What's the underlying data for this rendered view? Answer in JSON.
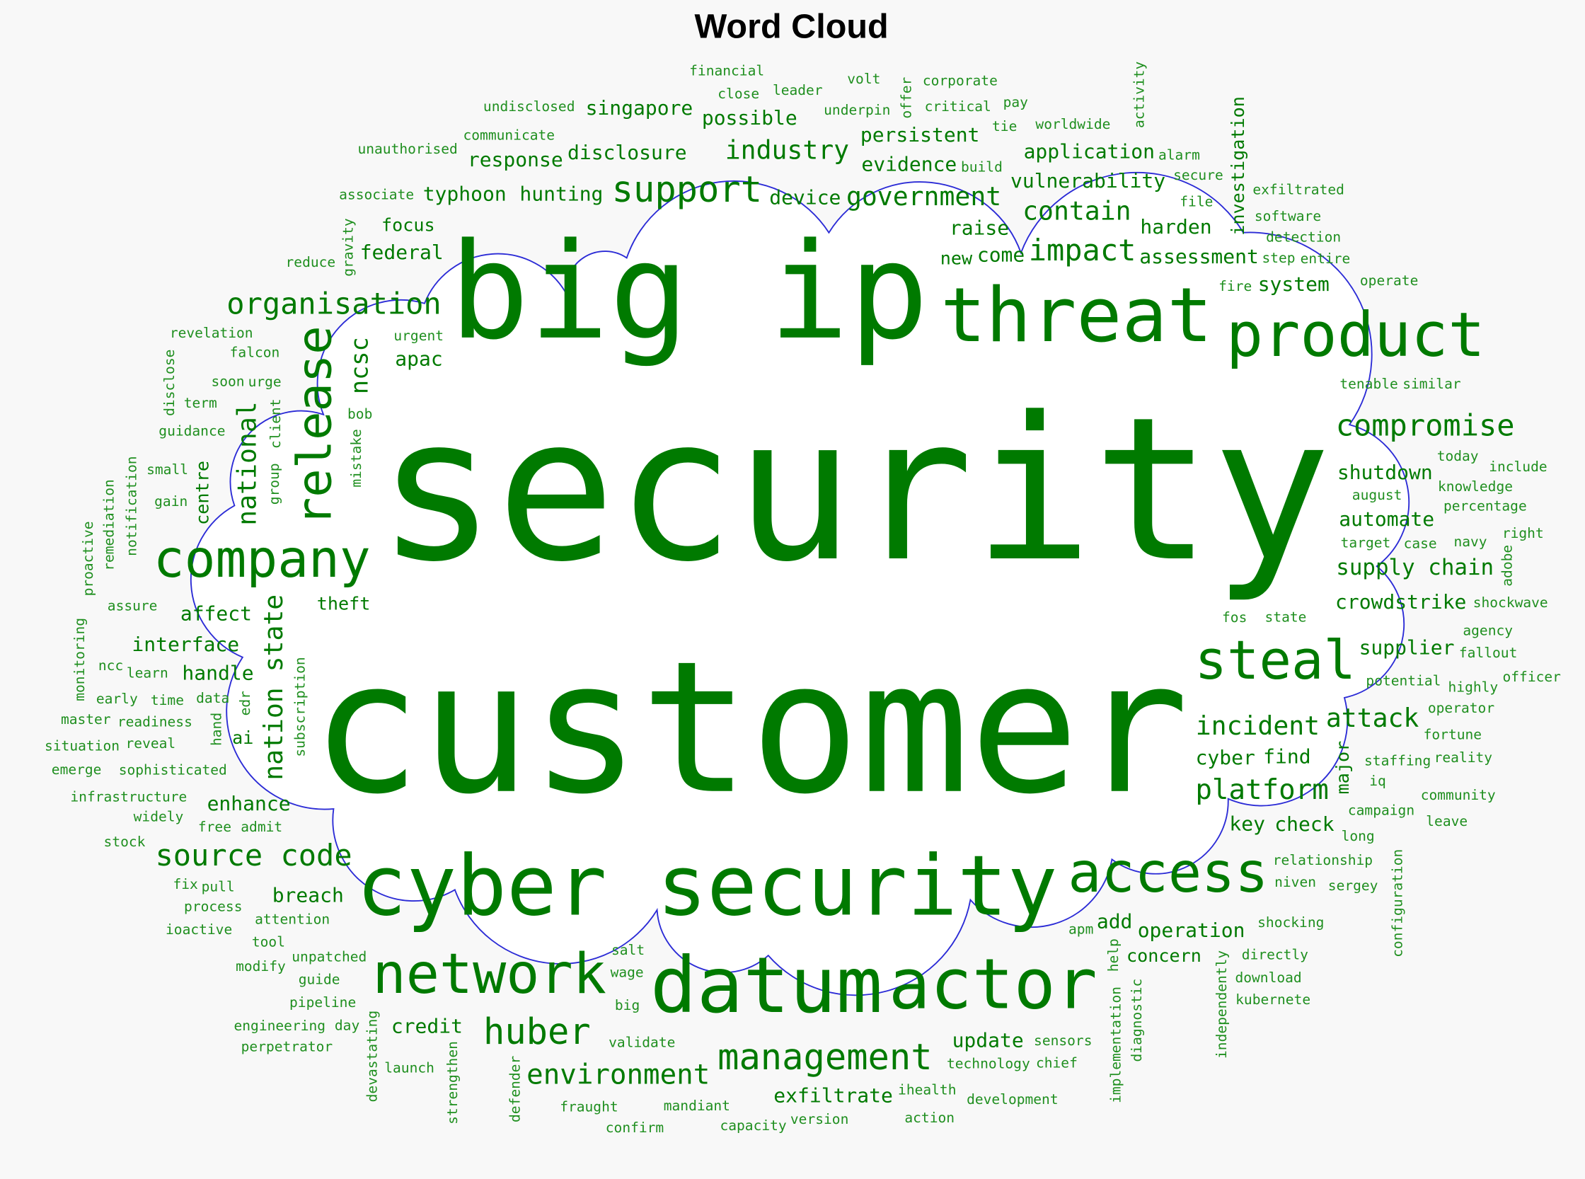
{
  "chart_data": {
    "type": "wordcloud",
    "title": "Word Cloud",
    "colors": {
      "word_large": "#007a00",
      "word_small": "#1f8f1f",
      "cloud_outline": "#2b2bd6",
      "cloud_fill": "#ffffff",
      "background": "#f8f8f8"
    },
    "words": [
      {
        "text": "security",
        "weight": 1.0
      },
      {
        "text": "customer",
        "weight": 0.92
      },
      {
        "text": "big ip",
        "weight": 0.67
      },
      {
        "text": "cyber security",
        "weight": 0.42
      },
      {
        "text": "datum",
        "weight": 0.39
      },
      {
        "text": "threat",
        "weight": 0.38
      },
      {
        "text": "actor",
        "weight": 0.35
      },
      {
        "text": "product",
        "weight": 0.31
      },
      {
        "text": "network",
        "weight": 0.28
      },
      {
        "text": "access",
        "weight": 0.28
      },
      {
        "text": "steal",
        "weight": 0.27
      },
      {
        "text": "company",
        "weight": 0.26
      },
      {
        "text": "release",
        "weight": 0.24
      },
      {
        "text": "support",
        "weight": 0.18
      },
      {
        "text": "management",
        "weight": 0.18
      },
      {
        "text": "huber",
        "weight": 0.18
      },
      {
        "text": "organisation",
        "weight": 0.15
      },
      {
        "text": "compromise",
        "weight": 0.15
      },
      {
        "text": "source code",
        "weight": 0.15
      },
      {
        "text": "impact",
        "weight": 0.15
      },
      {
        "text": "platform",
        "weight": 0.14
      },
      {
        "text": "environment",
        "weight": 0.14
      },
      {
        "text": "government",
        "weight": 0.13
      },
      {
        "text": "industry",
        "weight": 0.13
      },
      {
        "text": "contain",
        "weight": 0.13
      },
      {
        "text": "incident",
        "weight": 0.13
      },
      {
        "text": "attack",
        "weight": 0.13
      },
      {
        "text": "national",
        "weight": 0.13
      },
      {
        "text": "nation state",
        "weight": 0.13
      },
      {
        "text": "ncsc",
        "weight": 0.12
      },
      {
        "text": "supply chain",
        "weight": 0.11
      },
      {
        "text": "assessment",
        "weight": 0.1
      },
      {
        "text": "crowdstrike",
        "weight": 0.1
      },
      {
        "text": "supplier",
        "weight": 0.1
      },
      {
        "text": "harden",
        "weight": 0.1
      },
      {
        "text": "evidence",
        "weight": 0.1
      },
      {
        "text": "device",
        "weight": 0.1
      },
      {
        "text": "disclosure",
        "weight": 0.1
      },
      {
        "text": "persistent",
        "weight": 0.1
      },
      {
        "text": "come",
        "weight": 0.1
      },
      {
        "text": "federal",
        "weight": 0.1
      },
      {
        "text": "hunting",
        "weight": 0.1
      },
      {
        "text": "possible",
        "weight": 0.1
      },
      {
        "text": "new",
        "weight": 0.09
      },
      {
        "text": "vulnerability",
        "weight": 0.1
      },
      {
        "text": "singapore",
        "weight": 0.1
      },
      {
        "text": "response",
        "weight": 0.1
      },
      {
        "text": "apac",
        "weight": 0.1
      },
      {
        "text": "raise",
        "weight": 0.1
      },
      {
        "text": "application",
        "weight": 0.1
      },
      {
        "text": "automate",
        "weight": 0.1
      },
      {
        "text": "shutdown",
        "weight": 0.1
      },
      {
        "text": "system",
        "weight": 0.1
      },
      {
        "text": "cyber",
        "weight": 0.1
      },
      {
        "text": "typhoon",
        "weight": 0.1
      },
      {
        "text": "focus",
        "weight": 0.09
      },
      {
        "text": "affect",
        "weight": 0.1
      },
      {
        "text": "interface",
        "weight": 0.1
      },
      {
        "text": "handle",
        "weight": 0.1
      },
      {
        "text": "enhance",
        "weight": 0.1
      },
      {
        "text": "breach",
        "weight": 0.1
      },
      {
        "text": "theft",
        "weight": 0.09
      },
      {
        "text": "key",
        "weight": 0.1
      },
      {
        "text": "find",
        "weight": 0.1
      },
      {
        "text": "check",
        "weight": 0.1
      },
      {
        "text": "add",
        "weight": 0.1
      },
      {
        "text": "ai",
        "weight": 0.09
      },
      {
        "text": "operation",
        "weight": 0.1
      },
      {
        "text": "concern",
        "weight": 0.09
      },
      {
        "text": "update",
        "weight": 0.1
      },
      {
        "text": "credit",
        "weight": 0.1
      },
      {
        "text": "exfiltrate",
        "weight": 0.1
      },
      {
        "text": "major",
        "weight": 0.09
      },
      {
        "text": "centre",
        "weight": 0.09
      },
      {
        "text": "investigation",
        "weight": 0.09
      },
      {
        "text": "associate",
        "weight": 0.07
      },
      {
        "text": "communicate",
        "weight": 0.07
      },
      {
        "text": "urgent",
        "weight": 0.07
      },
      {
        "text": "bob",
        "weight": 0.07
      },
      {
        "text": "gravity",
        "weight": 0.07
      },
      {
        "text": "mistake",
        "weight": 0.07
      },
      {
        "text": "underpin",
        "weight": 0.07
      },
      {
        "text": "critical",
        "weight": 0.07
      },
      {
        "text": "leader",
        "weight": 0.07
      },
      {
        "text": "tie",
        "weight": 0.07
      },
      {
        "text": "offer",
        "weight": 0.07
      },
      {
        "text": "worldwide",
        "weight": 0.07
      },
      {
        "text": "alarm",
        "weight": 0.07
      },
      {
        "text": "build",
        "weight": 0.07
      },
      {
        "text": "fire",
        "weight": 0.07
      },
      {
        "text": "file",
        "weight": 0.07
      },
      {
        "text": "step",
        "weight": 0.07
      },
      {
        "text": "entire",
        "weight": 0.07
      },
      {
        "text": "tenable",
        "weight": 0.07
      },
      {
        "text": "detection",
        "weight": 0.07
      },
      {
        "text": "secure",
        "weight": 0.07
      },
      {
        "text": "pay",
        "weight": 0.07
      },
      {
        "text": "corporate",
        "weight": 0.07
      },
      {
        "text": "software",
        "weight": 0.07
      },
      {
        "text": "financial",
        "weight": 0.07
      },
      {
        "text": "undisclosed",
        "weight": 0.07
      },
      {
        "text": "unauthorised",
        "weight": 0.07
      },
      {
        "text": "falcon",
        "weight": 0.07
      },
      {
        "text": "urge",
        "weight": 0.07
      },
      {
        "text": "reduce",
        "weight": 0.07
      },
      {
        "text": "soon",
        "weight": 0.07
      },
      {
        "text": "guidance",
        "weight": 0.07
      },
      {
        "text": "term",
        "weight": 0.07
      },
      {
        "text": "similar",
        "weight": 0.07
      },
      {
        "text": "operate",
        "weight": 0.07
      },
      {
        "text": "exfiltrated",
        "weight": 0.07
      },
      {
        "text": "target",
        "weight": 0.07
      },
      {
        "text": "gain",
        "weight": 0.07
      },
      {
        "text": "small",
        "weight": 0.07
      },
      {
        "text": "group",
        "weight": 0.07
      },
      {
        "text": "notification",
        "weight": 0.07
      },
      {
        "text": "subscription",
        "weight": 0.07
      },
      {
        "text": "volt",
        "weight": 0.07
      },
      {
        "text": "close",
        "weight": 0.07
      },
      {
        "text": "revelation",
        "weight": 0.07
      },
      {
        "text": "data",
        "weight": 0.07
      },
      {
        "text": "disclose",
        "weight": 0.07
      },
      {
        "text": "remediation",
        "weight": 0.07
      },
      {
        "text": "client",
        "weight": 0.07
      },
      {
        "text": "assure",
        "weight": 0.07
      },
      {
        "text": "percentage",
        "weight": 0.07
      },
      {
        "text": "today",
        "weight": 0.07
      },
      {
        "text": "fos",
        "weight": 0.07
      },
      {
        "text": "navy",
        "weight": 0.07
      },
      {
        "text": "state",
        "weight": 0.07
      },
      {
        "text": "august",
        "weight": 0.07
      },
      {
        "text": "knowledge",
        "weight": 0.07
      },
      {
        "text": "potential",
        "weight": 0.07
      },
      {
        "text": "staffing",
        "weight": 0.07
      },
      {
        "text": "agency",
        "weight": 0.07
      },
      {
        "text": "adobe",
        "weight": 0.07
      },
      {
        "text": "include",
        "weight": 0.07
      },
      {
        "text": "shockwave",
        "weight": 0.07
      },
      {
        "text": "fallout",
        "weight": 0.07
      },
      {
        "text": "highly",
        "weight": 0.07
      },
      {
        "text": "case",
        "weight": 0.07
      },
      {
        "text": "operator",
        "weight": 0.07
      },
      {
        "text": "iq",
        "weight": 0.07
      },
      {
        "text": "activity",
        "weight": 0.07
      },
      {
        "text": "proactive",
        "weight": 0.07
      },
      {
        "text": "hand",
        "weight": 0.07
      },
      {
        "text": "learn",
        "weight": 0.07
      },
      {
        "text": "time",
        "weight": 0.07
      },
      {
        "text": "sophisticated",
        "weight": 0.07
      },
      {
        "text": "validate",
        "weight": 0.07
      },
      {
        "text": "relationship",
        "weight": 0.07
      },
      {
        "text": "apm",
        "weight": 0.07
      },
      {
        "text": "campaign",
        "weight": 0.07
      },
      {
        "text": "right",
        "weight": 0.07
      },
      {
        "text": "niven",
        "weight": 0.07
      },
      {
        "text": "fortune",
        "weight": 0.07
      },
      {
        "text": "readiness",
        "weight": 0.07
      },
      {
        "text": "attention",
        "weight": 0.07
      },
      {
        "text": "reveal",
        "weight": 0.07
      },
      {
        "text": "unpatched",
        "weight": 0.07
      },
      {
        "text": "salt",
        "weight": 0.07
      },
      {
        "text": "shocking",
        "weight": 0.07
      },
      {
        "text": "long",
        "weight": 0.07
      },
      {
        "text": "community",
        "weight": 0.07
      },
      {
        "text": "reality",
        "weight": 0.07
      },
      {
        "text": "officer",
        "weight": 0.07
      },
      {
        "text": "leave",
        "weight": 0.07
      },
      {
        "text": "edr",
        "weight": 0.07
      },
      {
        "text": "early",
        "weight": 0.07
      },
      {
        "text": "infrastructure",
        "weight": 0.07
      },
      {
        "text": "ncc",
        "weight": 0.07
      },
      {
        "text": "widely",
        "weight": 0.07
      },
      {
        "text": "pull",
        "weight": 0.07
      },
      {
        "text": "admit",
        "weight": 0.07
      },
      {
        "text": "tool",
        "weight": 0.07
      },
      {
        "text": "wage",
        "weight": 0.07
      },
      {
        "text": "mandiant",
        "weight": 0.07
      },
      {
        "text": "fraught",
        "weight": 0.07
      },
      {
        "text": "process",
        "weight": 0.07
      },
      {
        "text": "master",
        "weight": 0.07
      },
      {
        "text": "situation",
        "weight": 0.07
      },
      {
        "text": "stock",
        "weight": 0.07
      },
      {
        "text": "guide",
        "weight": 0.07
      },
      {
        "text": "emerge",
        "weight": 0.07
      },
      {
        "text": "modify",
        "weight": 0.07
      },
      {
        "text": "free",
        "weight": 0.07
      },
      {
        "text": "pipeline",
        "weight": 0.07
      },
      {
        "text": "big",
        "weight": 0.07
      },
      {
        "text": "sergey",
        "weight": 0.07
      },
      {
        "text": "monitoring",
        "weight": 0.07
      },
      {
        "text": "strengthen",
        "weight": 0.07
      },
      {
        "text": "devastating",
        "weight": 0.07
      },
      {
        "text": "defender",
        "weight": 0.07
      },
      {
        "text": "implementation",
        "weight": 0.07
      },
      {
        "text": "diagnostic",
        "weight": 0.07
      },
      {
        "text": "help",
        "weight": 0.07
      },
      {
        "text": "independently",
        "weight": 0.07
      },
      {
        "text": "configuration",
        "weight": 0.07
      },
      {
        "text": "directly",
        "weight": 0.07
      },
      {
        "text": "download",
        "weight": 0.07
      },
      {
        "text": "sensors",
        "weight": 0.07
      },
      {
        "text": "technology",
        "weight": 0.07
      },
      {
        "text": "ioactive",
        "weight": 0.07
      },
      {
        "text": "engineering",
        "weight": 0.07
      },
      {
        "text": "perpetrator",
        "weight": 0.07
      },
      {
        "text": "launch",
        "weight": 0.07
      },
      {
        "text": "fix",
        "weight": 0.07
      },
      {
        "text": "capacity",
        "weight": 0.07
      },
      {
        "text": "ihealth",
        "weight": 0.07
      },
      {
        "text": "development",
        "weight": 0.07
      },
      {
        "text": "kubernete",
        "weight": 0.07
      },
      {
        "text": "day",
        "weight": 0.07
      },
      {
        "text": "confirm",
        "weight": 0.07
      },
      {
        "text": "chief",
        "weight": 0.07
      },
      {
        "text": "version",
        "weight": 0.07
      },
      {
        "text": "action",
        "weight": 0.07
      }
    ]
  }
}
